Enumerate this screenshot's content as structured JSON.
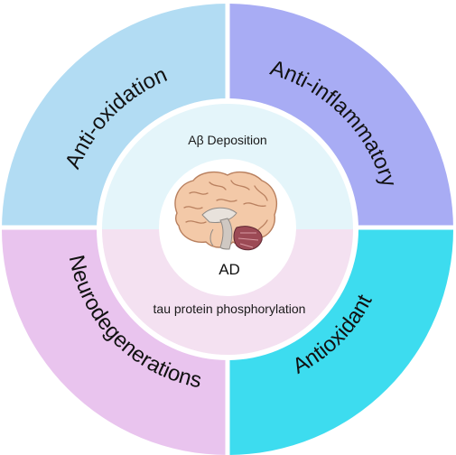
{
  "outer_segments": [
    {
      "label": "Anti-oxidation",
      "color": "#b2dcf3"
    },
    {
      "label": "Anti-inflammatory",
      "color": "#a8acf4"
    },
    {
      "label": "Antioxidant",
      "color": "#3ddcef"
    },
    {
      "label": "Neurodegenerations",
      "color": "#e9c4ee"
    }
  ],
  "inner_ring": {
    "top_label": "Aβ Deposition",
    "top_color": "#e4f5fa",
    "bottom_label": "tau protein phosphorylation",
    "bottom_color": "#f4e1f1"
  },
  "center": {
    "label": "AD",
    "icon": "brain-icon"
  },
  "colors": {
    "divider": "#ffffff",
    "center_fill": "#ffffff"
  }
}
